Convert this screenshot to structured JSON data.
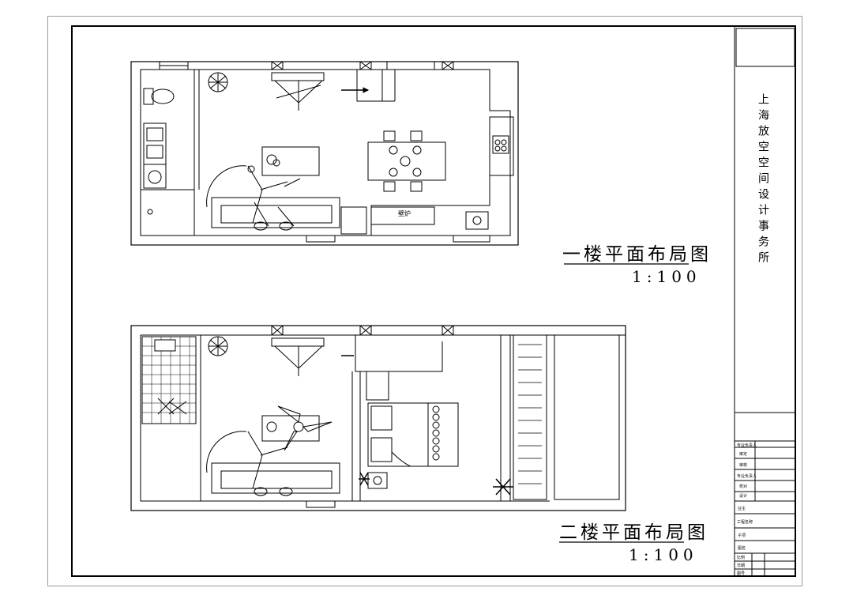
{
  "floor1": {
    "title": "一楼平面布局图",
    "scale": "1:100",
    "fireplace_label": "壁炉"
  },
  "floor2": {
    "title": "二楼平面布局图",
    "scale": "1:100"
  },
  "title_block": {
    "firm": "上海放空空间设计事务所",
    "rows": [
      "审定",
      "审核",
      "专业负责人",
      "校对",
      "设计"
    ],
    "info": [
      "业主",
      "工程名称",
      "子项",
      "图名"
    ],
    "bottom": [
      "比例",
      "日期",
      "图号"
    ]
  },
  "colors": {
    "line": "#000000",
    "sheet_border": "#9a9a9a"
  }
}
